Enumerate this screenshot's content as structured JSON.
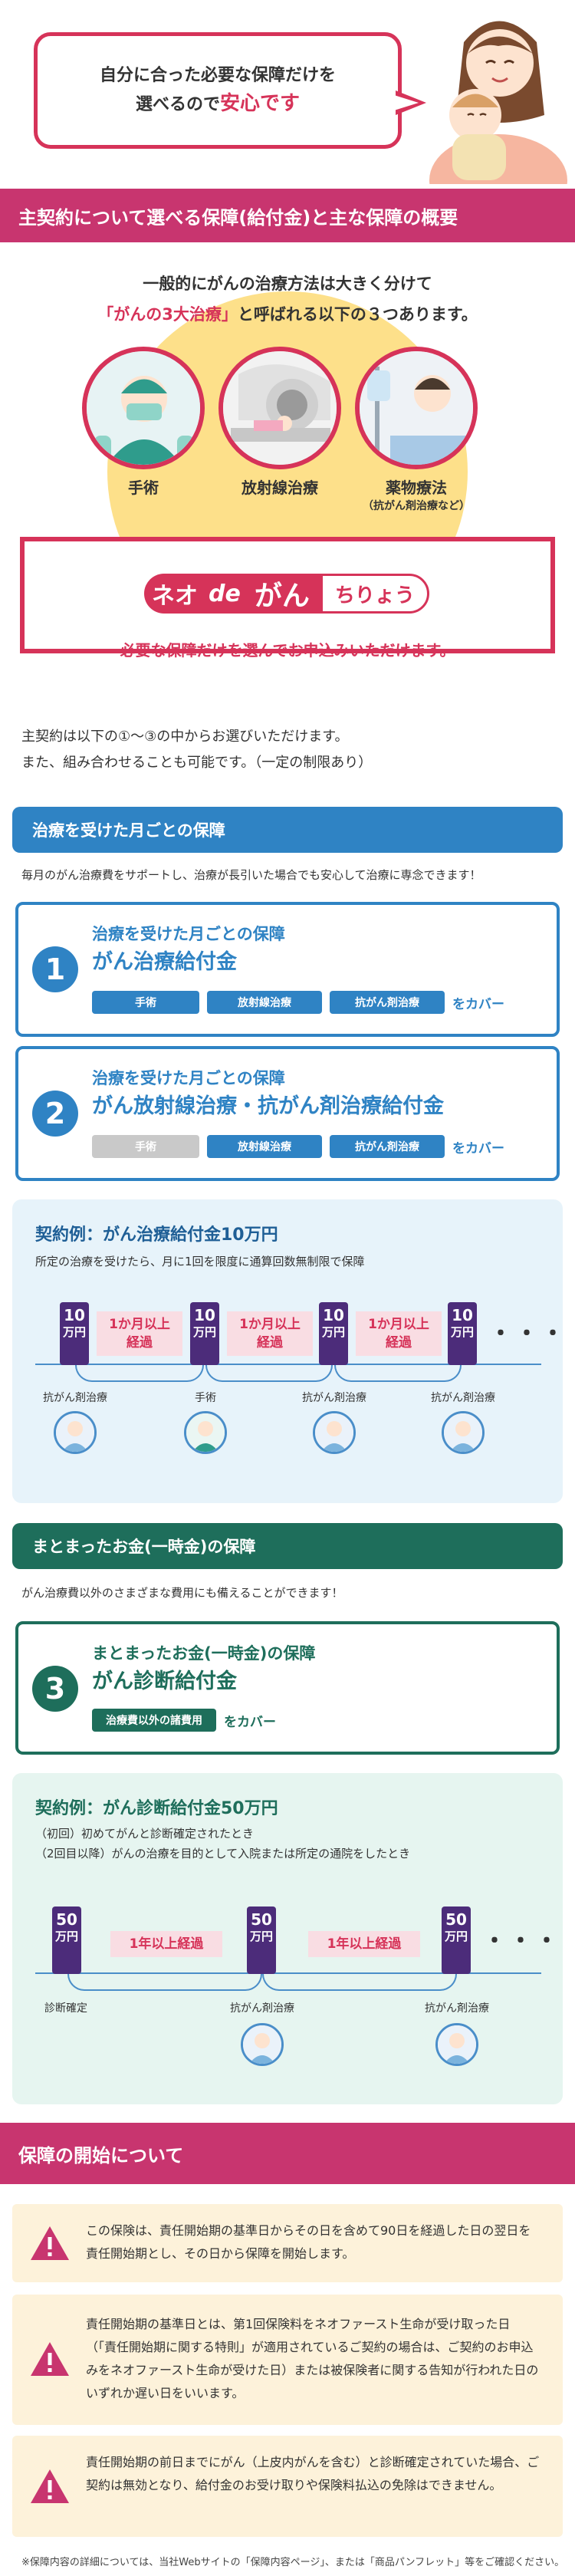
{
  "hero": {
    "line1": "自分に合った必要な保障だけを",
    "line2a": "選べるので",
    "line2b": "安心です"
  },
  "section1": {
    "title": "主契約について選べる保障(給付金)と主な保障の概要"
  },
  "intro": {
    "line1": "一般的にがんの治療方法は大きく分けて",
    "line2a": "「がんの3大治療」",
    "line2b": "と呼ばれる以下の３つあります。"
  },
  "methods": [
    {
      "label": "手術",
      "sub": ""
    },
    {
      "label": "放射線治療",
      "sub": ""
    },
    {
      "label": "薬物療法",
      "sub": "（抗がん剤治療など）"
    }
  ],
  "neo": {
    "logo_a": "ネオ",
    "logo_b": "de",
    "logo_c": "がん",
    "logo_d": "ちりょう",
    "caption": "必要な保障だけを選んでお申込みいただけます。"
  },
  "main_contract": {
    "line1": "主契約は以下の①〜③の中からお選びいただけます。",
    "line2": "また、組み合わせることも可能です。（一定の制限あり）"
  },
  "monthly": {
    "band": "治療を受けた月ごとの保障",
    "note": "毎月のがん治療費をサポートし、治療が長引いた場合でも安心して治療に専念できます！",
    "cards": [
      {
        "num": "1",
        "t1": "治療を受けた月ごとの保障",
        "t2": "がん治療給付金",
        "chips": [
          "手術",
          "放射線治療",
          "抗がん剤治療"
        ],
        "cover": "をカバー"
      },
      {
        "num": "2",
        "t1": "治療を受けた月ごとの保障",
        "t2": "がん放射線治療・抗がん剤治療給付金",
        "chips": [
          "手術",
          "放射線治療",
          "抗がん剤治療"
        ],
        "cover": "をカバー"
      }
    ],
    "example": {
      "title": "契約例：がん治療給付金10万円",
      "sub": "所定の治療を受けたら、月に1回を限度に通算回数無制限で保障",
      "amount": "10",
      "unit": "万円",
      "interval1": "1か月以上",
      "interval2": "経過",
      "labels": [
        "抗がん剤治療",
        "手術",
        "抗がん剤治療",
        "抗がん剤治療"
      ],
      "dots": "・・・"
    }
  },
  "lump": {
    "band": "まとまったお金(一時金)の保障",
    "note": "がん治療費以外のさまざまな費用にも備えることができます！",
    "card": {
      "num": "3",
      "t1": "まとまったお金(一時金)の保障",
      "t2": "がん診断給付金",
      "chip": "治療費以外の諸費用",
      "cover": "をカバー"
    },
    "example": {
      "title": "契約例：がん診断給付金50万円",
      "sub1": "（初回）初めてがんと診断確定されたとき",
      "sub2": "（2回目以降）がんの治療を目的として入院または所定の通院をしたとき",
      "amount": "50",
      "unit": "万円",
      "interval": "1年以上経過",
      "labels": [
        "診断確定",
        "抗がん剤治療",
        "抗がん剤治療"
      ],
      "dots": "・・・"
    }
  },
  "start": {
    "title": "保障の開始について",
    "warnings": [
      "この保険は、責任開始期の基準日からその日を含めて90日を経過した日の翌日を責任開始期とし、その日から保障を開始します。",
      "責任開始期の基準日とは、第1回保険料をネオファースト生命が受け取った日（「責任開始期に関する特則」が適用されているご契約の場合は、ご契約のお申込みをネオファースト生命が受けた日）または被保険者に関する告知が行われた日のいずれか遅い日をいいます。",
      "責任開始期の前日までにがん（上皮内がんを含む）と診断確定されていた場合、ご契約は無効となり、給付金のお受け取りや保険料払込の免除はできません。"
    ]
  },
  "footnote": "※保障内容の詳細については、当社Webサイトの「保障内容ページ」、または「商品パンフレット」等をご確認ください。",
  "colors": {
    "pink": "#c8356f",
    "red": "#d63359",
    "blue": "#2f83c4",
    "teal": "#1e6e5b",
    "purple": "#4c2c7a",
    "yellow": "#fde08a"
  }
}
